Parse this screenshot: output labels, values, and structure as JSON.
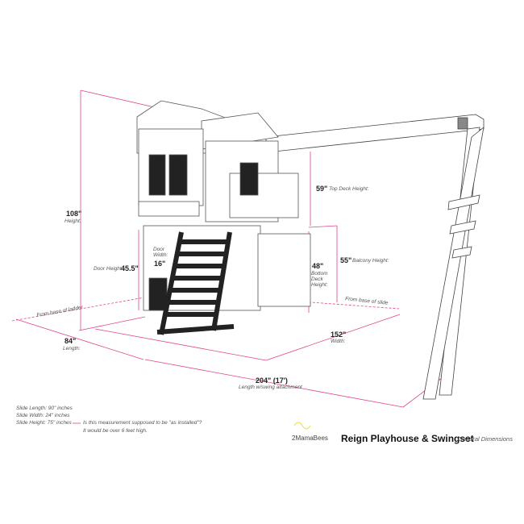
{
  "dimensions": {
    "height": {
      "value": "108\"",
      "label": "Height:"
    },
    "door_height": {
      "label": "Door Height:",
      "value": "45.5\""
    },
    "door_width": {
      "label1": "Door",
      "label2": "Width:",
      "value": "16\""
    },
    "ladder_base": "From base of ladder",
    "length": {
      "value": "84\"",
      "label": "Length:"
    },
    "top_deck": {
      "value": "59\"",
      "label": "Top Deck Height:"
    },
    "bottom_deck": {
      "value": "48\"",
      "label1": "Bottom",
      "label2": "Deck",
      "label3": "Height:"
    },
    "balcony": {
      "value": "55\"",
      "label": "Balcony Height:"
    },
    "slide_base": "From base of slide",
    "width": {
      "value": "152\"",
      "label": "Width:"
    },
    "total_length": {
      "value": "204\" (17')",
      "label": "Length w/swing attachment"
    }
  },
  "notes": {
    "slide_length": "Slide Length: 90\" inches",
    "slide_width": "Slide Width: 24\" inches",
    "slide_height": "Slide Height: 75\" inches",
    "question1": "Is this measurement supposed to be \"as installed\"?",
    "question2": "It would be over 6 feet high."
  },
  "footer": {
    "logo": "2MamaBees",
    "title": "Reign Playhouse & Swingset",
    "subtitle": "General Dimensions"
  },
  "colors": {
    "dimension": "#e0448f",
    "dark": "#222222"
  }
}
